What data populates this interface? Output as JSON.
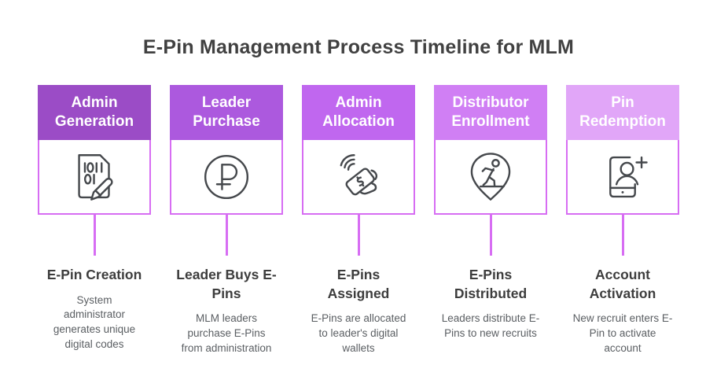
{
  "title": "E-Pin Management Process Timeline for MLM",
  "colors": {
    "accent": "#d76df3",
    "title_text": "#414141",
    "step_title_text": "#3d3d3d",
    "desc_text": "#5a5e62",
    "header_text": "#ffffff",
    "icon_stroke": "#45484c"
  },
  "steps": [
    {
      "header": "Admin\nGeneration",
      "header_color": "#9b4cc6",
      "icon": "binary-document-edit-icon",
      "title": "E-Pin Creation",
      "description": "System\nadministrator\ngenerates unique\ndigital codes"
    },
    {
      "header": "Leader\nPurchase",
      "header_color": "#ac59de",
      "icon": "ruble-coin-icon",
      "title": "Leader Buys E-\nPins",
      "description": "MLM leaders\npurchase E-Pins\nfrom administration"
    },
    {
      "header": "Admin\nAllocation",
      "header_color": "#c067ef",
      "icon": "contactless-payment-icon",
      "title": "E-Pins\nAssigned",
      "description": "E-Pins are allocated\nto leader's digital\nwallets"
    },
    {
      "header": "Distributor\nEnrollment",
      "header_color": "#d07ff4",
      "icon": "location-walker-icon",
      "title": "E-Pins\nDistributed",
      "description": "Leaders distribute E-\nPins to new recruits"
    },
    {
      "header": "Pin\nRedemption",
      "header_color": "#e1a6f8",
      "icon": "phone-add-user-icon",
      "title": "Account\nActivation",
      "description": "New recruit enters E-\nPin to activate\naccount"
    }
  ]
}
